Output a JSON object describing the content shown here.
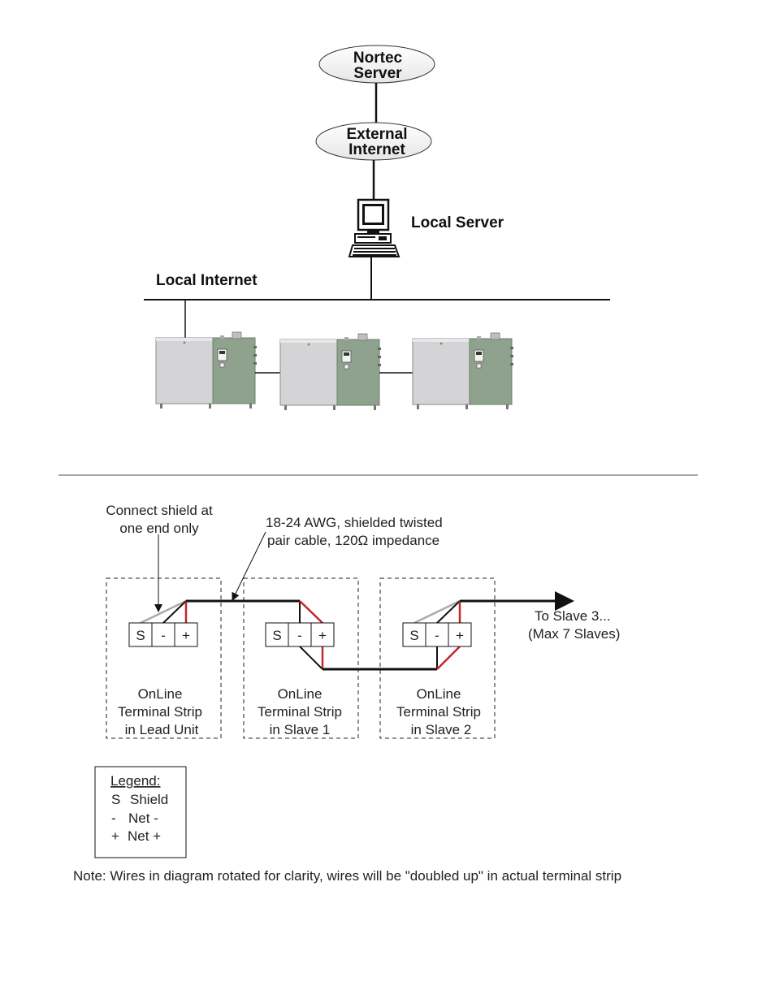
{
  "network": {
    "nortec_server": [
      "Nortec",
      "Server"
    ],
    "external_internet": [
      "External",
      "Internet"
    ],
    "local_server_label": "Local Server",
    "local_internet_label": "Local Internet"
  },
  "wiring": {
    "shield_note": [
      "Connect shield at",
      "one end only"
    ],
    "cable_note": [
      "18-24 AWG, shielded twisted",
      "pair cable, 120Ω impedance"
    ],
    "terminal_labels": {
      "shield": "S",
      "minus": "-",
      "plus": "+"
    },
    "units": [
      {
        "lines": [
          "OnLine",
          "Terminal Strip",
          "in Lead Unit"
        ]
      },
      {
        "lines": [
          "OnLine",
          "Terminal Strip",
          "in Slave 1"
        ]
      },
      {
        "lines": [
          "OnLine",
          "Terminal Strip",
          "in Slave 2"
        ]
      }
    ],
    "to_slave": [
      "To Slave 3...",
      "(Max 7 Slaves)"
    ],
    "colors": {
      "shield_wire": "#aaaaaa",
      "net_minus_wire": "#111111",
      "net_plus_wire": "#c0272d"
    }
  },
  "legend": {
    "title": "Legend:",
    "items": [
      {
        "symbol": "S",
        "label": "Shield"
      },
      {
        "symbol": "-",
        "label": "Net -"
      },
      {
        "symbol": "+",
        "label": "Net +"
      }
    ]
  },
  "note": "Note: Wires in diagram rotated for clarity, wires will be \"doubled up\" in actual terminal strip"
}
